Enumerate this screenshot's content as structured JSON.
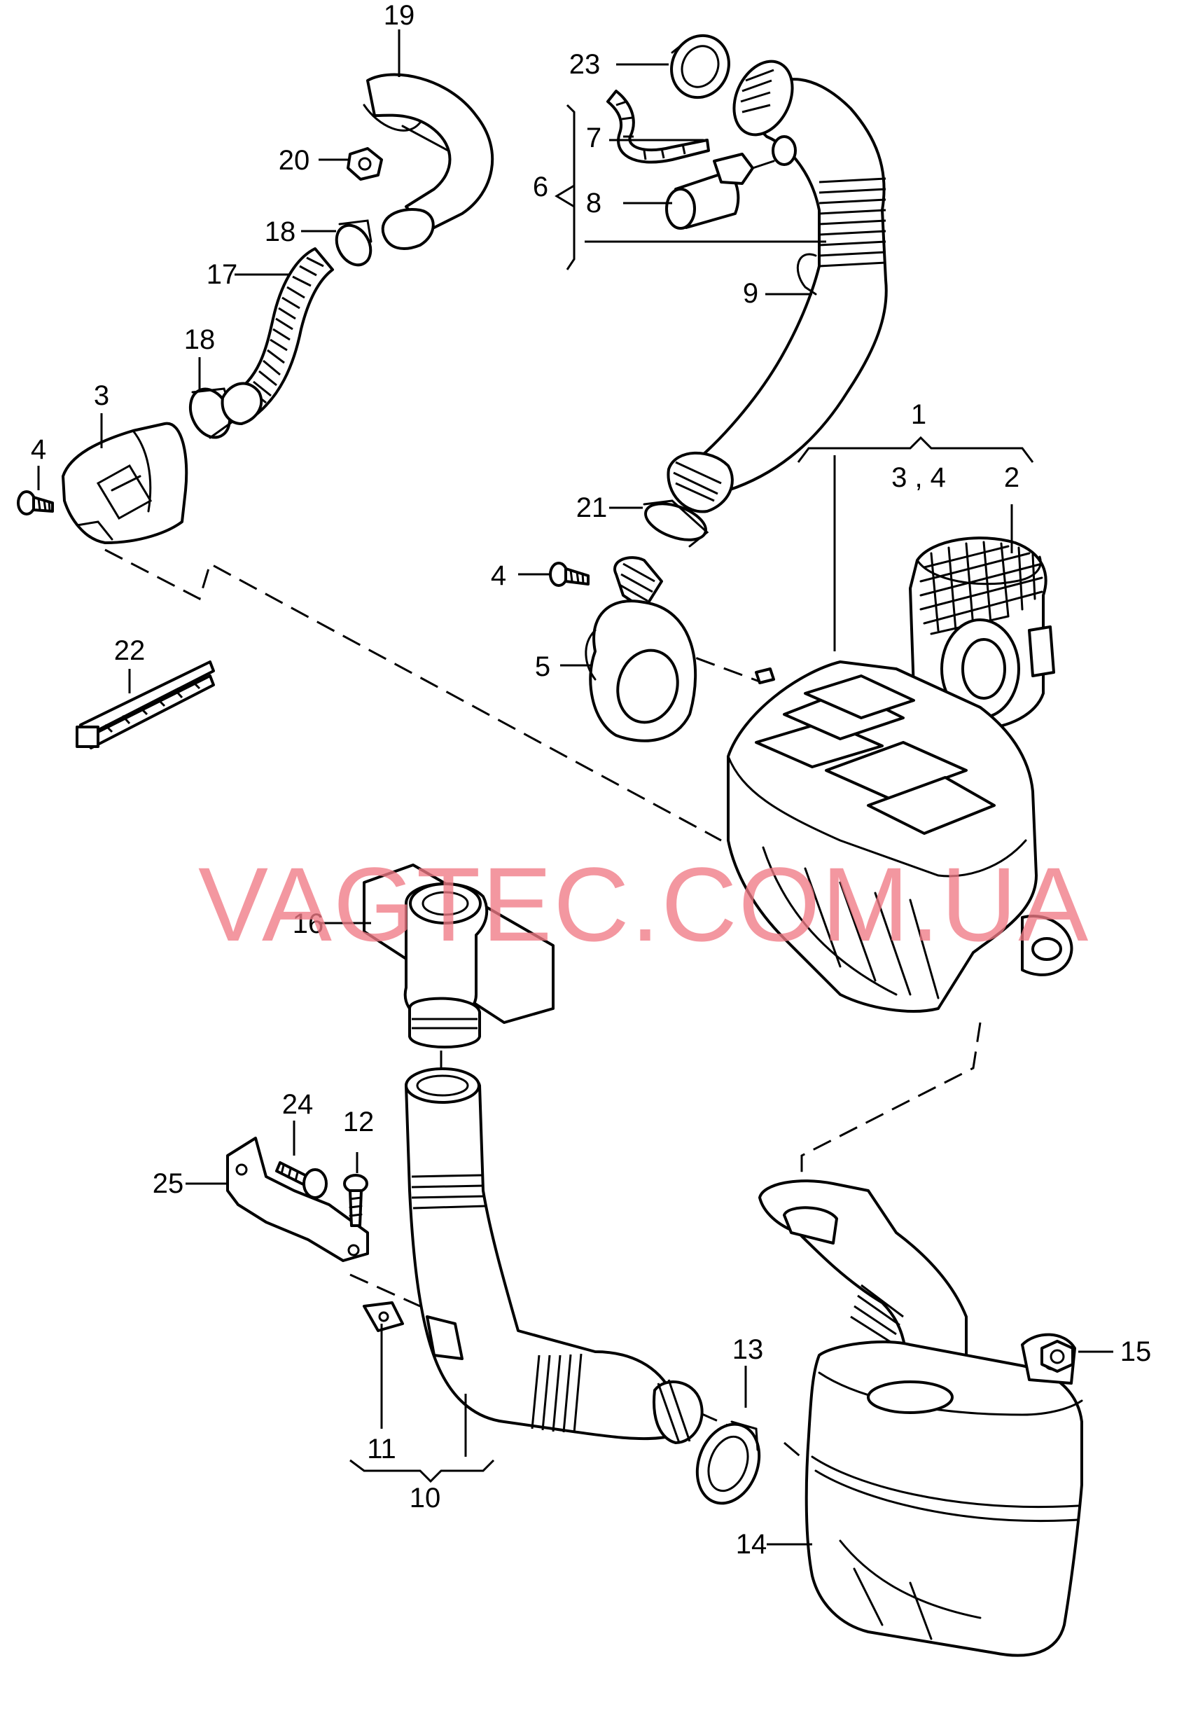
{
  "watermark": "VAGTEC.COM.UA",
  "callouts": {
    "c1": "1",
    "c2": "2",
    "c3_4": "3 , 4",
    "c3": "3",
    "c4a": "4",
    "c4b": "4",
    "c5": "5",
    "c6": "6",
    "c7": "7",
    "c8": "8",
    "c9": "9",
    "c10": "10",
    "c11": "11",
    "c12": "12",
    "c13": "13",
    "c14": "14",
    "c15": "15",
    "c16": "16",
    "c17": "17",
    "c18a": "18",
    "c18b": "18",
    "c19": "19",
    "c20": "20",
    "c21": "21",
    "c22": "22",
    "c23": "23",
    "c24": "24",
    "c25": "25"
  }
}
